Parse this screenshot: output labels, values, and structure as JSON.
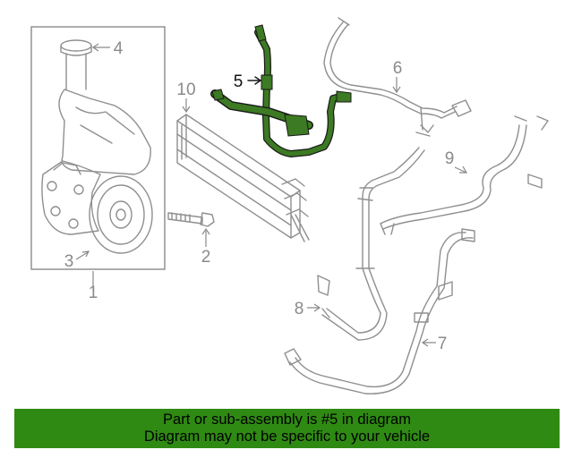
{
  "callouts": {
    "c1": "1",
    "c2": "2",
    "c3": "3",
    "c4": "4",
    "c5": "5",
    "c6": "6",
    "c7": "7",
    "c8": "8",
    "c9": "9",
    "c10": "10"
  },
  "highlighted_part": "5",
  "banner": {
    "line1": "Part or sub-assembly is #5 in diagram",
    "line2": "Diagram may not be specific to your vehicle"
  },
  "colors": {
    "highlight": "#3c7a23",
    "banner_bg": "#2f8a13",
    "outline": "#8f8f8f"
  }
}
